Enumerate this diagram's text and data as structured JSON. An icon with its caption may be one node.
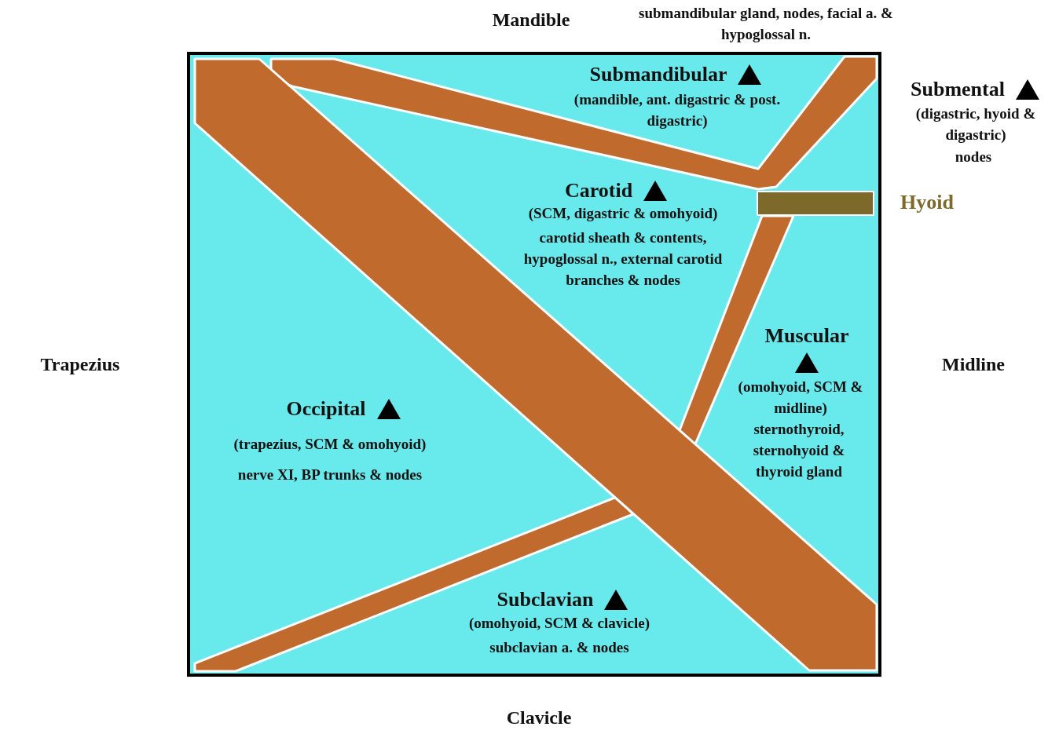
{
  "diagram": {
    "labels": [
      "Mandible",
      "submandibular gland, nodes, facial a. & hypoglossal n.",
      "Submandibular",
      "(mandible, ant. digastric & post. digastric)",
      "Submental",
      "(digastric, hyoid & digastric)",
      "nodes",
      "Carotid",
      "(SCM, digastric & omohyoid)",
      "carotid sheath & contents, hypoglossal n., external carotid branches & nodes",
      "Hyoid",
      "Trapezius",
      "Muscular",
      "Midline",
      "(omohyoid, SCM & midline)",
      "sternothyroid, sternohyoid & thyroid gland",
      "Occipital",
      "(trapezius, SCM & omohyoid)",
      "nerve XI, BP trunks & nodes",
      "Subclavian",
      "(omohyoid, SCM & clavicle)",
      "subclavian a. & nodes",
      "Clavicle"
    ]
  }
}
